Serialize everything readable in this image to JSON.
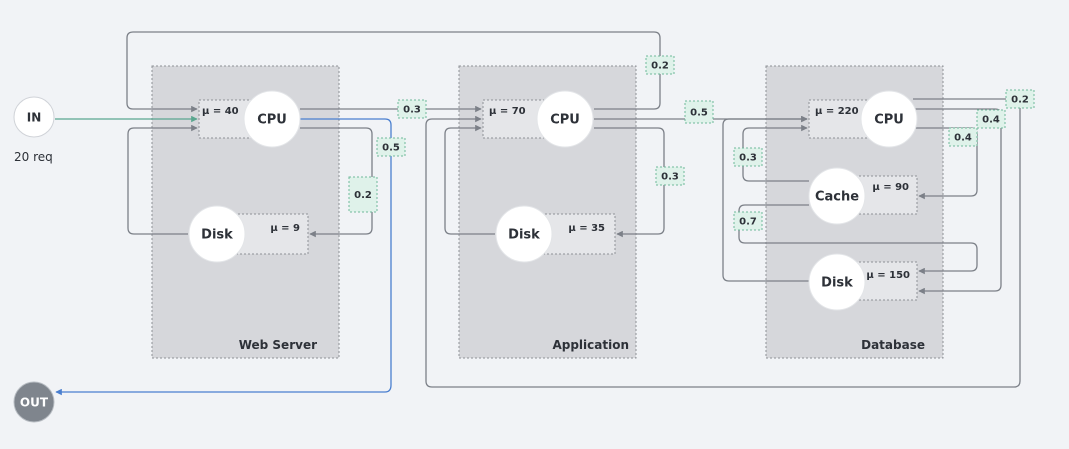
{
  "source": {
    "label": "IN",
    "rate": "20 req"
  },
  "sink": {
    "label": "OUT"
  },
  "groups": [
    {
      "id": "web",
      "label": "Web Server"
    },
    {
      "id": "app",
      "label": "Application"
    },
    {
      "id": "db",
      "label": "Database"
    }
  ],
  "nodes": [
    {
      "id": "web-cpu",
      "label": "CPU",
      "mu": "μ = 40"
    },
    {
      "id": "web-disk",
      "label": "Disk",
      "mu": "μ = 9"
    },
    {
      "id": "app-cpu",
      "label": "CPU",
      "mu": "μ = 70"
    },
    {
      "id": "app-disk",
      "label": "Disk",
      "mu": "μ = 35"
    },
    {
      "id": "db-cpu",
      "label": "CPU",
      "mu": "μ = 220"
    },
    {
      "id": "db-cache",
      "label": "Cache",
      "mu": "μ = 90"
    },
    {
      "id": "db-disk",
      "label": "Disk",
      "mu": "μ = 150"
    }
  ],
  "probabilities": {
    "web_cpu_to_app": "0.3",
    "web_cpu_to_out": "0.5",
    "web_cpu_to_disk": "0.2",
    "app_cpu_to_web": "0.2",
    "app_cpu_to_db": "0.5",
    "app_cpu_to_disk": "0.3",
    "db_cpu_to_app": "0.2",
    "db_cpu_to_disk": "0.4",
    "db_cpu_to_cache": "0.4",
    "cache_to_cpu": "0.3",
    "cache_to_disk": "0.7"
  },
  "colors": {
    "edge": "#7c8088",
    "arrival_edge": "#5aa68f",
    "exit_edge": "#4a7fcf",
    "group_fill": "#d6d7db",
    "prob_fill": "#dff2ea",
    "prob_border": "#6fb89a",
    "sink_fill": "#7f858d"
  }
}
